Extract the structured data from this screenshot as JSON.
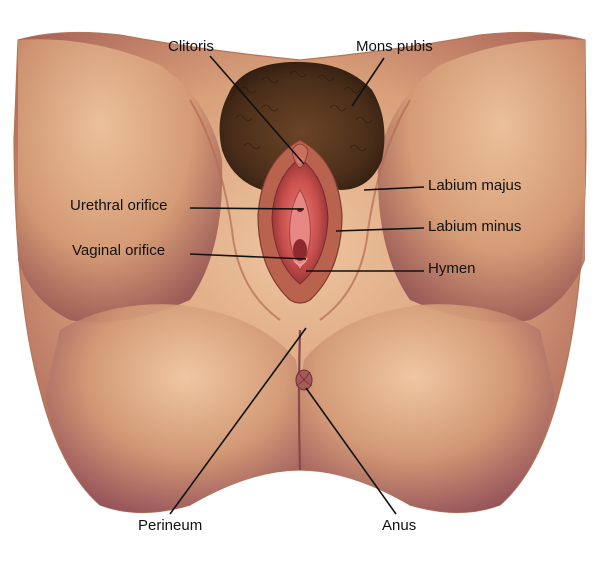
{
  "labels": {
    "clitoris": "Clitoris",
    "mons_pubis": "Mons pubis",
    "labium_majus": "Labium majus",
    "urethral_orifice": "Urethral orifice",
    "labium_minus": "Labium minus",
    "vaginal_orifice": "Vaginal orifice",
    "hymen": "Hymen",
    "perineum": "Perineum",
    "anus": "Anus"
  },
  "colors": {
    "skin_light": "#e8b98a",
    "skin_mid": "#c98a62",
    "skin_shadow": "#8f4a48",
    "hair": "#4a2e1a",
    "mucosa": "#c9504c",
    "leader_line": "#111111"
  }
}
